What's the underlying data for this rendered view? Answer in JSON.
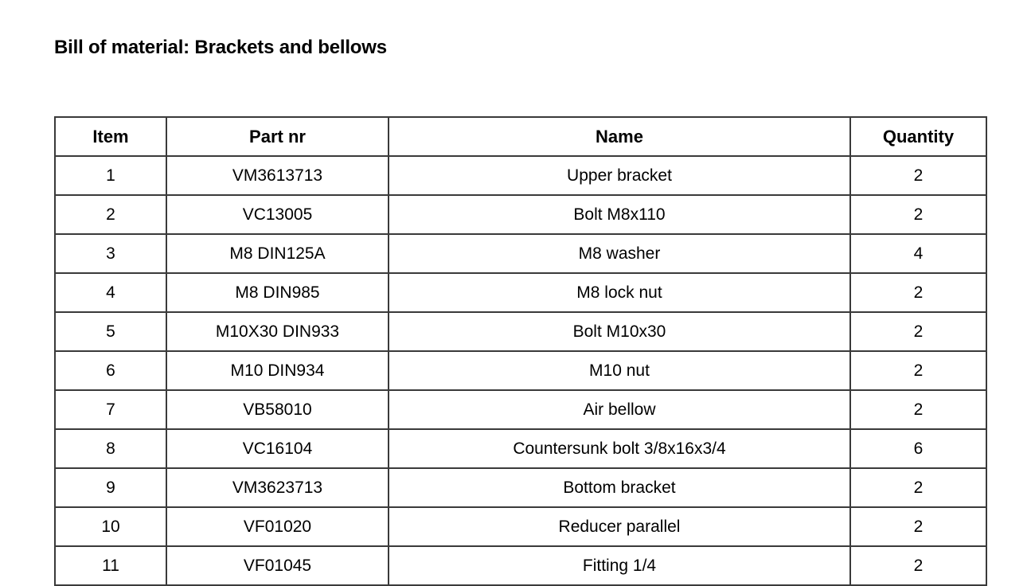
{
  "document": {
    "title": "Bill of material: Brackets and bellows"
  },
  "table": {
    "name": "bill-of-material-table",
    "columns": [
      {
        "key": "item",
        "label": "Item"
      },
      {
        "key": "part_nr",
        "label": "Part nr"
      },
      {
        "key": "name",
        "label": "Name"
      },
      {
        "key": "quantity",
        "label": "Quantity"
      }
    ],
    "rows": [
      {
        "item": "1",
        "part_nr": "VM3613713",
        "name": "Upper bracket",
        "quantity": "2"
      },
      {
        "item": "2",
        "part_nr": "VC13005",
        "name": "Bolt M8x110",
        "quantity": "2"
      },
      {
        "item": "3",
        "part_nr": "M8 DIN125A",
        "name": "M8 washer",
        "quantity": "4"
      },
      {
        "item": "4",
        "part_nr": "M8 DIN985",
        "name": "M8 lock nut",
        "quantity": "2"
      },
      {
        "item": "5",
        "part_nr": "M10X30 DIN933",
        "name": "Bolt M10x30",
        "quantity": "2"
      },
      {
        "item": "6",
        "part_nr": "M10 DIN934",
        "name": "M10 nut",
        "quantity": "2"
      },
      {
        "item": "7",
        "part_nr": "VB58010",
        "name": "Air bellow",
        "quantity": "2"
      },
      {
        "item": "8",
        "part_nr": "VC16104",
        "name": "Countersunk bolt 3/8x16x3/4",
        "quantity": "6"
      },
      {
        "item": "9",
        "part_nr": "VM3623713",
        "name": "Bottom bracket",
        "quantity": "2"
      },
      {
        "item": "10",
        "part_nr": "VF01020",
        "name": "Reducer parallel",
        "quantity": "2"
      },
      {
        "item": "11",
        "part_nr": "VF01045",
        "name": "Fitting 1/4",
        "quantity": "2"
      }
    ]
  },
  "colors": {
    "page_background": "#ffffff",
    "text": "#000000",
    "table_border": "#3a3a3a"
  }
}
